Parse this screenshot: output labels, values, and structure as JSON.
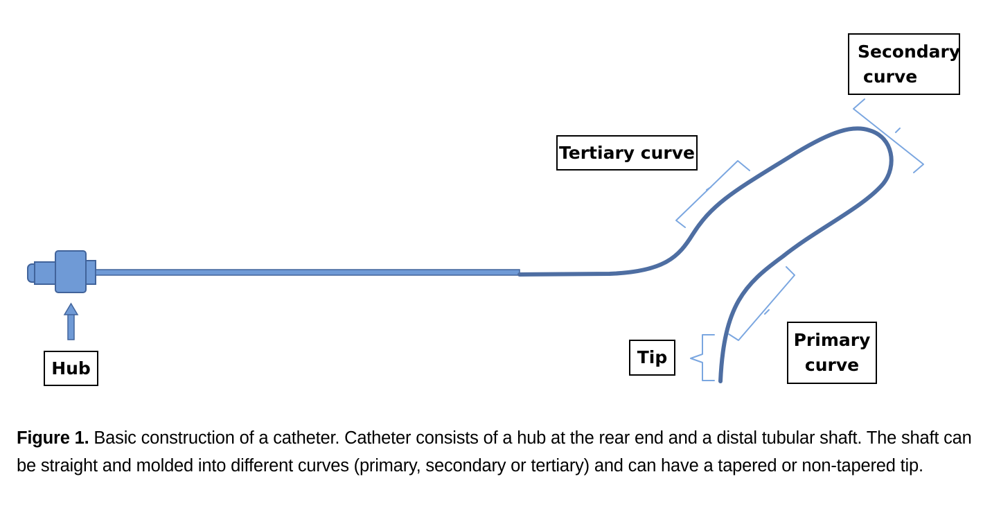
{
  "labels": {
    "hub": "Hub",
    "tip": "Tip",
    "tertiary": "Tertiary curve",
    "secondary_line1": "Secondary",
    "secondary_line2": "curve",
    "primary_line1": "Primary",
    "primary_line2": "curve"
  },
  "caption": {
    "figure_label": "Figure 1.",
    "text": "Basic construction of a catheter. Catheter consists of a hub at the rear end and a distal tubular shaft. The shaft can be straight and molded into different curves (primary, secondary or tertiary) and can have a tapered or non-tapered tip."
  },
  "colors": {
    "catheter_body": "#6f9ad6",
    "catheter_stroke": "#41639a",
    "shaft_curve": "#4e6ea2",
    "bracket": "#7aa6e0",
    "label_border": "#000000"
  }
}
